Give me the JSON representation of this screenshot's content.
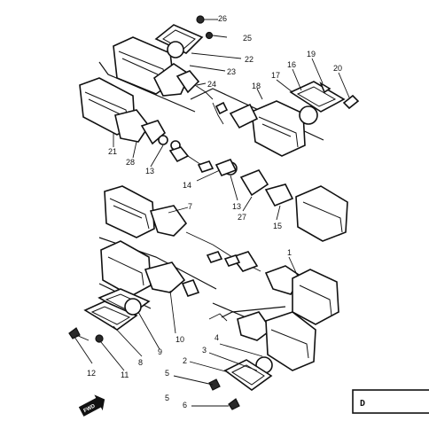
{
  "diagram": {
    "parts": [
      {
        "id": "p1",
        "label": "1"
      },
      {
        "id": "p2",
        "label": "2"
      },
      {
        "id": "p3",
        "label": "3"
      },
      {
        "id": "p4",
        "label": "4"
      },
      {
        "id": "p5a",
        "label": "5"
      },
      {
        "id": "p5b",
        "label": "5"
      },
      {
        "id": "p6",
        "label": "6"
      },
      {
        "id": "p7",
        "label": "7"
      },
      {
        "id": "p8",
        "label": "8"
      },
      {
        "id": "p9",
        "label": "9"
      },
      {
        "id": "p10",
        "label": "10"
      },
      {
        "id": "p11",
        "label": "11"
      },
      {
        "id": "p12",
        "label": "12"
      },
      {
        "id": "p13a",
        "label": "13"
      },
      {
        "id": "p13b",
        "label": "13"
      },
      {
        "id": "p14",
        "label": "14"
      },
      {
        "id": "p15",
        "label": "15"
      },
      {
        "id": "p16",
        "label": "16"
      },
      {
        "id": "p17",
        "label": "17"
      },
      {
        "id": "p18",
        "label": "18"
      },
      {
        "id": "p19",
        "label": "19"
      },
      {
        "id": "p20",
        "label": "20"
      },
      {
        "id": "p21",
        "label": "21"
      },
      {
        "id": "p22",
        "label": "22"
      },
      {
        "id": "p23",
        "label": "23"
      },
      {
        "id": "p24",
        "label": "24"
      },
      {
        "id": "p25",
        "label": "25"
      },
      {
        "id": "p26",
        "label": "26"
      },
      {
        "id": "p27",
        "label": "27"
      },
      {
        "id": "p28",
        "label": "28"
      }
    ],
    "fwd_label": "FWD",
    "page_mark": "D"
  }
}
